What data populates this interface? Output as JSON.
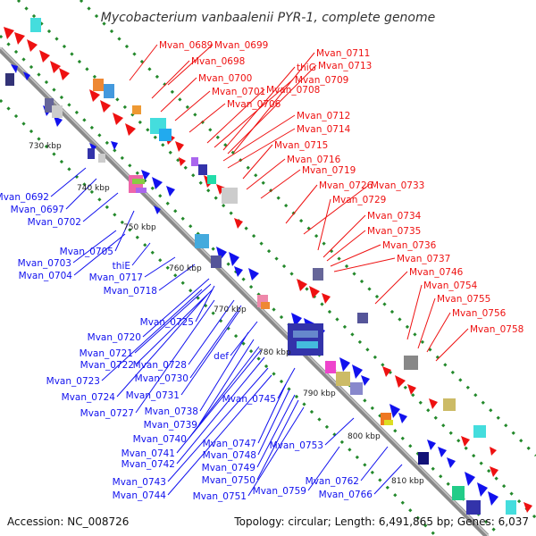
{
  "title": "Mycobacterium vanbaalenii PYR-1, complete genome",
  "footer": {
    "accession": "Accession: NC_008726",
    "summary": "Topology: circular; Length: 6,491,865 bp; Genes: 6,037"
  },
  "colors": {
    "forward": "#ee1111",
    "reverse": "#1111ee",
    "backbone": "#8a8a8a",
    "guide": "#22882a"
  },
  "kbp_marks": [
    "730 kbp",
    "740 kbp",
    "750 kbp",
    "760 kbp",
    "770 kbp",
    "780 kbp",
    "790 kbp",
    "800 kbp",
    "810 kbp"
  ],
  "forward_labels": [
    "Mvan_0689",
    "Mvan_0699",
    "Mvan_0698",
    "Mvan_0700",
    "Mvan_0701",
    "Mvan_0706",
    "Mvan_0711",
    "thiG",
    "Mvan_0713",
    "Mvan_0709",
    "Mvan_0708",
    "Mvan_0712",
    "Mvan_0714",
    "Mvan_0715",
    "Mvan_0716",
    "Mvan_0719",
    "Mvan_0726",
    "Mvan_0733",
    "Mvan_0729",
    "Mvan_0734",
    "Mvan_0735",
    "Mvan_0736",
    "Mvan_0737",
    "Mvan_0746",
    "Mvan_0754",
    "Mvan_0755",
    "Mvan_0756",
    "Mvan_0758"
  ],
  "reverse_labels": [
    "Mvan_0692",
    "Mvan_0697",
    "Mvan_0702",
    "Mvan_0705",
    "Mvan_0703",
    "Mvan_0704",
    "thiE",
    "Mvan_0717",
    "Mvan_0718",
    "Mvan_0725",
    "Mvan_0720",
    "Mvan_0721",
    "Mvan_0722",
    "Mvan_0728",
    "Mvan_0723",
    "Mvan_0730",
    "Mvan_0724",
    "Mvan_0731",
    "Mvan_0727",
    "def",
    "Mvan_0738",
    "Mvan_0745",
    "Mvan_0739",
    "Mvan_0740",
    "Mvan_0741",
    "Mvan_0742",
    "Mvan_0747",
    "Mvan_0748",
    "Mvan_0749",
    "Mvan_0753",
    "Mvan_0743",
    "Mvan_0750",
    "Mvan_0744",
    "Mvan_0751",
    "Mvan_0759",
    "Mvan_0762",
    "Mvan_0766"
  ]
}
